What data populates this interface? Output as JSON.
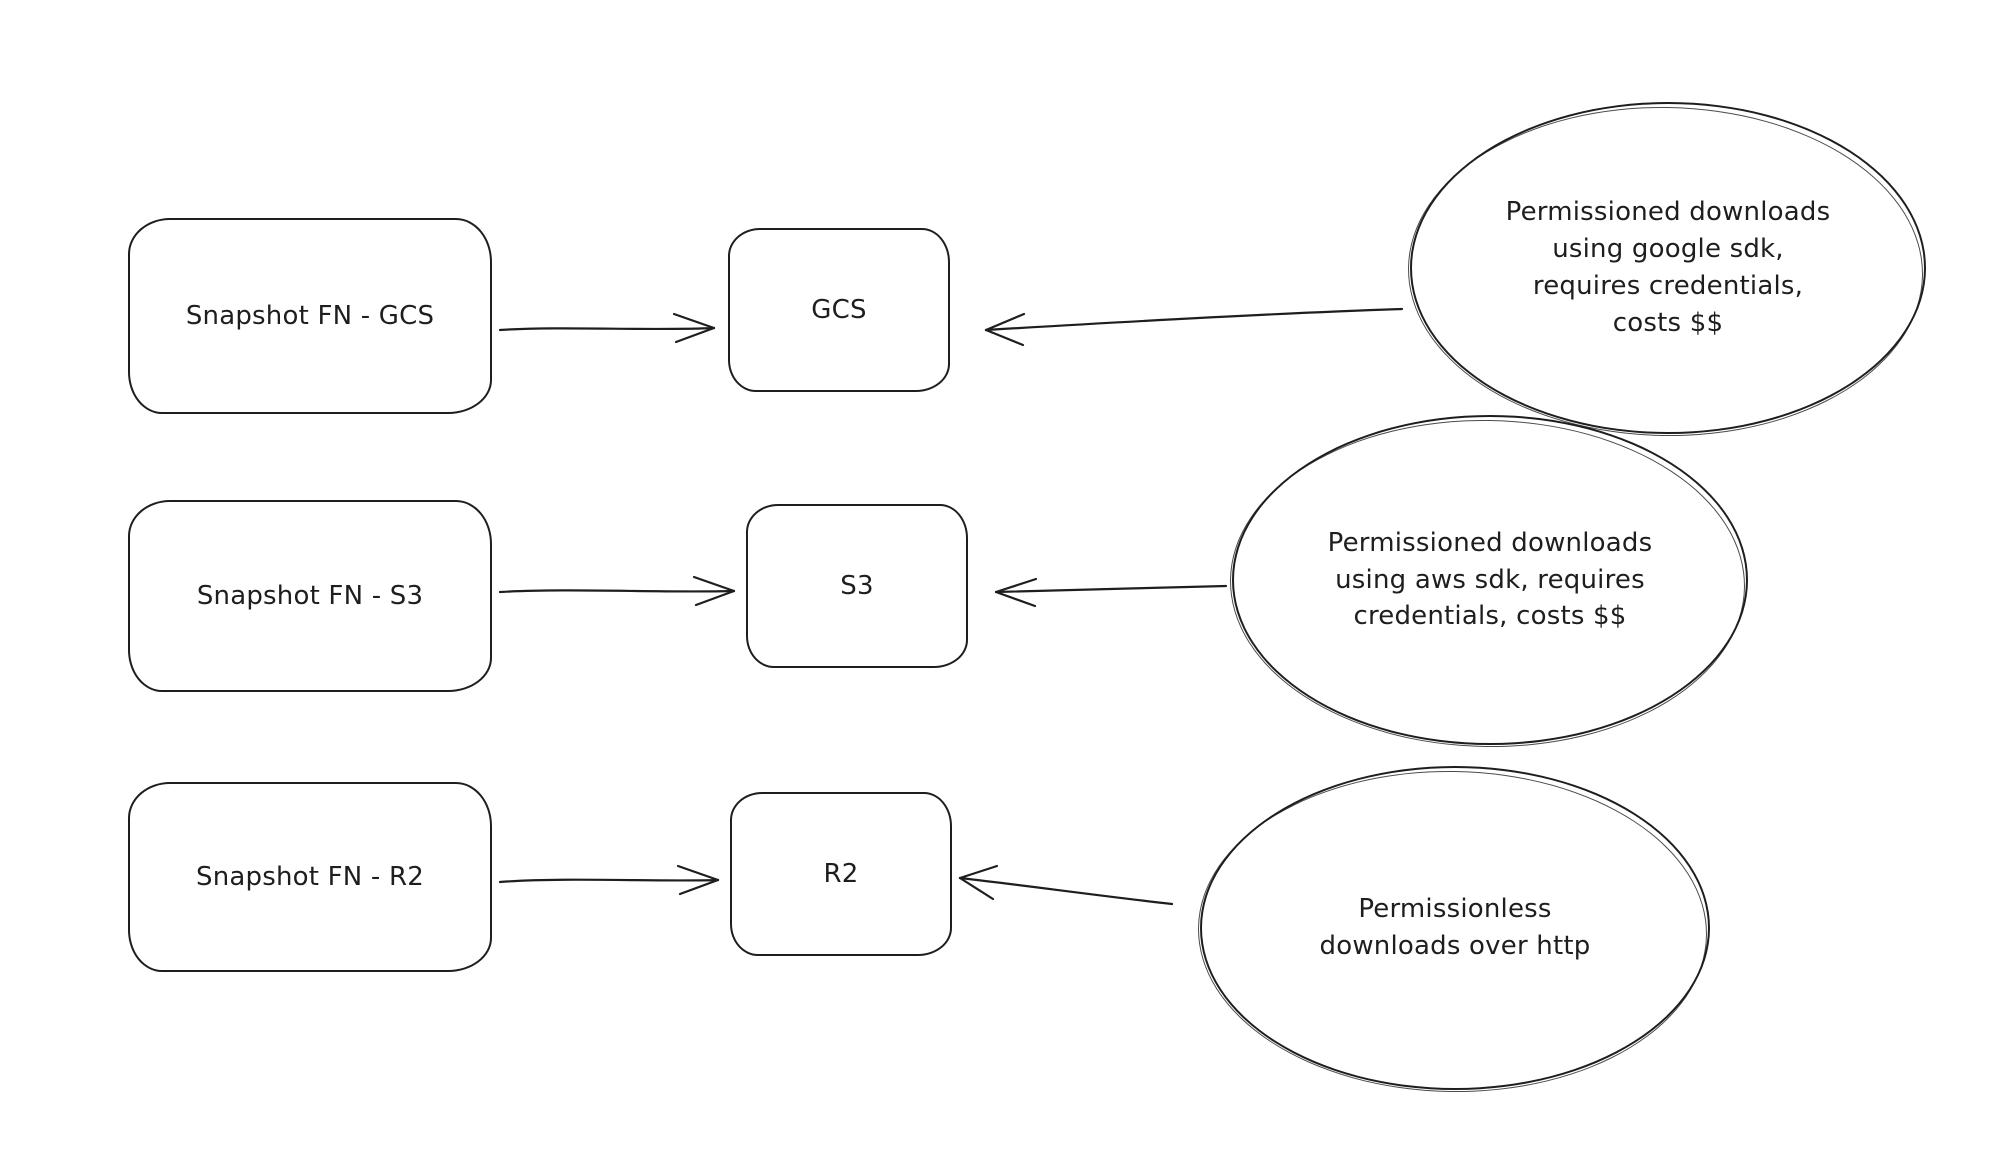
{
  "diagram": {
    "rows": [
      {
        "source": "Snapshot FN - GCS",
        "target": "GCS",
        "note": "Permissioned downloads\nusing google sdk,\nrequires credentials,\ncosts $$"
      },
      {
        "source": "Snapshot FN - S3",
        "target": "S3",
        "note": "Permissioned downloads\nusing aws sdk, requires\ncredentials, costs $$"
      },
      {
        "source": "Snapshot FN - R2",
        "target": "R2",
        "note": "Permissionless\ndownloads over http"
      }
    ],
    "colors": {
      "stroke": "#1e1e1e",
      "background": "#ffffff"
    }
  }
}
